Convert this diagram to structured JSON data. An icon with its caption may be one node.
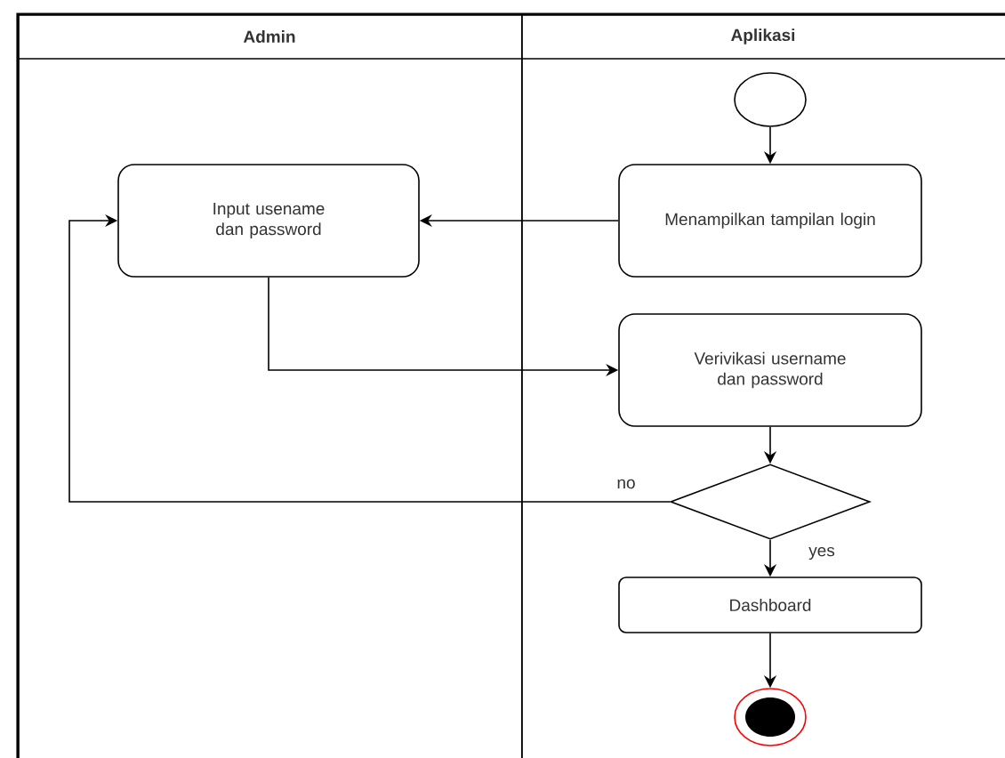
{
  "diagram": {
    "nodes": [
      {
        "text": [
          "Admin"
        ]
      },
      {
        "text": [
          "Aplikasi"
        ]
      },
      {
        "text": [],
        "shape": "circle",
        "in": 1
      },
      {
        "text": [
          "Menampilkan tampilan login"
        ],
        "in": 1
      },
      {
        "text": [
          "Input usename dan password"
        ],
        "in": 0
      },
      {
        "text": [
          "Verivikasi username dan password"
        ],
        "in": 1
      },
      {
        "text": [],
        "shape": "diamond",
        "in": 1
      },
      {
        "text": [
          "Dashboard"
        ],
        "in": 1
      },
      {
        "text": [],
        "shape": "circle",
        "in": 1
      }
    ],
    "edges": [
      {
        "from": 2,
        "to": 3,
        "arrow": "to"
      },
      {
        "from": 3,
        "to": 4,
        "arrow": "to"
      },
      {
        "from": 4,
        "to": 5,
        "arrow": "to"
      },
      {
        "from": 5,
        "to": 6,
        "arrow": "to"
      },
      {
        "from": 6,
        "to": 4,
        "arrow": "to",
        "label": "no"
      },
      {
        "from": 6,
        "to": 7,
        "arrow": "to",
        "label": "yes"
      },
      {
        "from": 7,
        "to": 8,
        "arrow": "to"
      }
    ]
  }
}
